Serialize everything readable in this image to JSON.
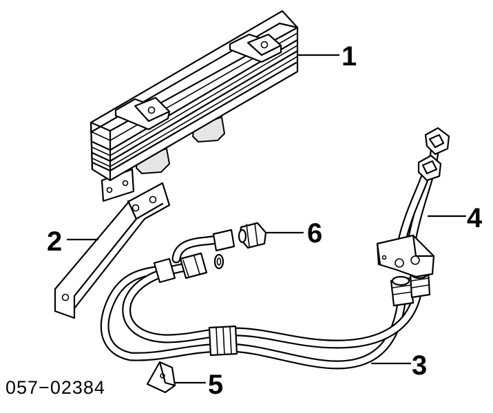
{
  "diagram": {
    "part_number": "057−02384",
    "callouts": [
      {
        "id": "1",
        "label": "1"
      },
      {
        "id": "2",
        "label": "2"
      },
      {
        "id": "3",
        "label": "3"
      },
      {
        "id": "4",
        "label": "4"
      },
      {
        "id": "5",
        "label": "5"
      },
      {
        "id": "6",
        "label": "6"
      }
    ],
    "parts": [
      {
        "callout": "1",
        "icon": "oil-cooler-icon"
      },
      {
        "callout": "2",
        "icon": "bracket-icon"
      },
      {
        "callout": "3",
        "icon": "hose-assembly-icon"
      },
      {
        "callout": "4",
        "icon": "pipe-assembly-icon"
      },
      {
        "callout": "5",
        "icon": "clip-icon"
      },
      {
        "callout": "6",
        "icon": "fitting-icon"
      }
    ]
  }
}
